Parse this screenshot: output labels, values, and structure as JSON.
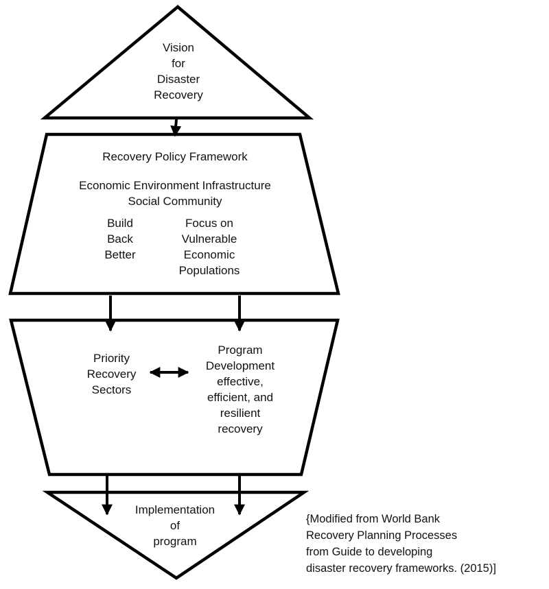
{
  "vision": {
    "lines": [
      "Vision",
      "for",
      "Disaster",
      "Recovery"
    ]
  },
  "framework": {
    "title": "Recovery Policy Framework",
    "categories": [
      "Economic Environment Infrastructure",
      "Social Community"
    ],
    "build_back_better": [
      "Build",
      "Back",
      "Better"
    ],
    "focus": [
      "Focus on",
      "Vulnerable",
      "Economic",
      "Populations"
    ]
  },
  "programs": {
    "priority": [
      "Priority",
      "Recovery",
      "Sectors"
    ],
    "development": [
      "Program",
      "Development",
      "effective,",
      "efficient, and",
      "resilient",
      "recovery"
    ]
  },
  "implementation": {
    "lines": [
      "Implementation",
      "of",
      "program"
    ]
  },
  "caption": {
    "lines": [
      "{Modified from World Bank",
      "Recovery Planning Processes",
      "from Guide to developing",
      "disaster recovery frameworks. (2015)]"
    ]
  }
}
